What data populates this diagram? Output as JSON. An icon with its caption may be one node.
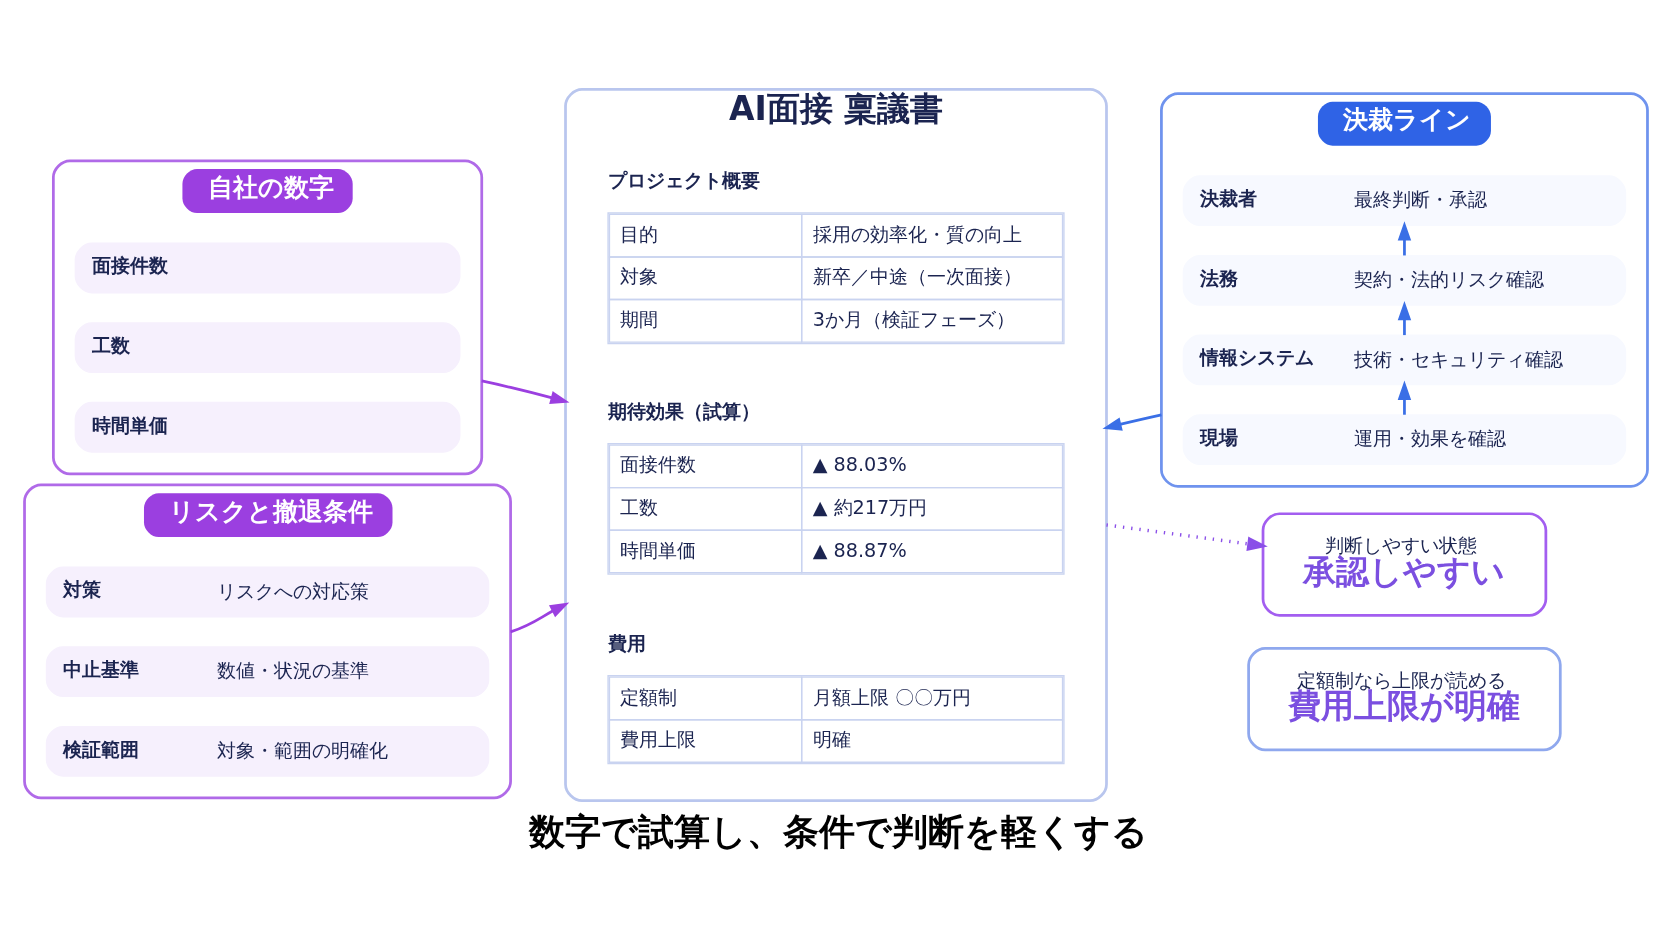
{
  "diagram": {
    "caption": "数字で試算し、条件で判断を軽くする",
    "nodes": [
      {
        "text": [
          "自社の数字"
        ]
      },
      {
        "text": [
          "面接件数"
        ],
        "in": 0
      },
      {
        "text": [
          "工数"
        ],
        "in": 0
      },
      {
        "text": [
          "時間単価"
        ],
        "in": 0
      },
      {
        "text": [
          "リスクと撤退条件"
        ]
      },
      {
        "text": [
          "対策",
          "リスクへの対応策"
        ],
        "in": 4
      },
      {
        "text": [
          "中止基準",
          "数値・状況の基準"
        ],
        "in": 4
      },
      {
        "text": [
          "検証範囲",
          "対象・範囲の明確化"
        ],
        "in": 4
      },
      {
        "text": [
          "AI面接 稟議書"
        ]
      },
      {
        "text": [
          "プロジェクト概要",
          "目的",
          "採用の効率化・質の向上",
          "対象",
          "新卒／中途（一次面接）",
          "期間",
          "3か月（検証フェーズ）"
        ],
        "in": 8
      },
      {
        "text": [
          "期待効果（試算）",
          "面接件数",
          "▲ 88.03%",
          "工数",
          "▲ 約217万円",
          "時間単価",
          "▲ 88.87%"
        ],
        "in": 8
      },
      {
        "text": [
          "費用",
          "定額制",
          "月額上限 〇〇万円",
          "費用上限",
          "明確"
        ],
        "in": 8
      },
      {
        "text": [
          "決裁ライン"
        ]
      },
      {
        "text": [
          "現場",
          "運用・効果を確認"
        ],
        "in": 12
      },
      {
        "text": [
          "情報システム",
          "技術・セキュリティ確認"
        ],
        "in": 12
      },
      {
        "text": [
          "法務",
          "契約・法的リスク確認"
        ],
        "in": 12
      },
      {
        "text": [
          "決裁者",
          "最終判断・承認"
        ],
        "in": 12
      },
      {
        "text": [
          "判断しやすい状態",
          "承認しやすい"
        ]
      },
      {
        "text": [
          "定額制なら上限が読める",
          "費用上限が明確"
        ]
      }
    ],
    "edges": [
      {
        "from": 0,
        "to": 8,
        "arrow": "to",
        "color": "#9b3fe0"
      },
      {
        "from": 4,
        "to": 8,
        "arrow": "to",
        "color": "#9b3fe0"
      },
      {
        "from": 12,
        "to": 8,
        "arrow": "to"
      },
      {
        "from": 13,
        "to": 14,
        "arrow": "to"
      },
      {
        "from": 14,
        "to": 15,
        "arrow": "to"
      },
      {
        "from": 15,
        "to": 16,
        "arrow": "to"
      },
      {
        "from": 8,
        "to": 17,
        "arrow": "to",
        "style": "dashed",
        "color": "#8a4fe8"
      }
    ]
  }
}
